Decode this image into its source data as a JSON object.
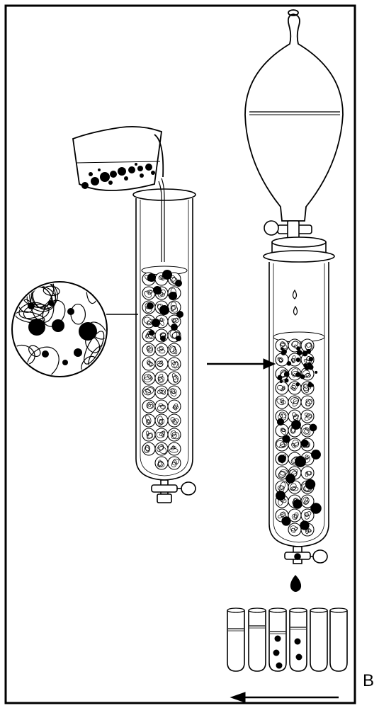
{
  "figure": {
    "panel_label": "B"
  },
  "colors": {
    "ink": "#000000",
    "paper": "#ffffff"
  },
  "icons": {
    "gel-bead": "circle-with-mesh",
    "large-molecule": "small-solid-dot",
    "small-molecule": "large-solid-dot"
  }
}
